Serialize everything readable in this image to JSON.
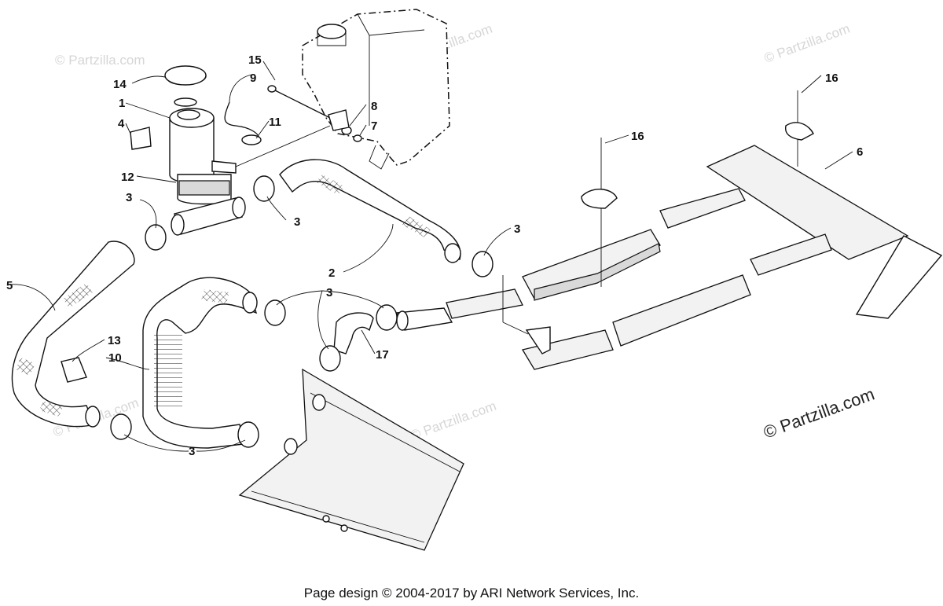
{
  "callouts": {
    "c1": "1",
    "c2": "2",
    "c3a": "3",
    "c3b": "3",
    "c3c": "3",
    "c3d": "3",
    "c3e": "3",
    "c4": "4",
    "c5": "5",
    "c6": "6",
    "c7": "7",
    "c8": "8",
    "c9": "9",
    "c10": "10",
    "c11": "11",
    "c12": "12",
    "c13": "13",
    "c14": "14",
    "c15": "15",
    "c16a": "16",
    "c16b": "16",
    "c17": "17"
  },
  "watermark": {
    "text": "© Partzilla.com",
    "prominent": "© Partzilla.com"
  },
  "footer": {
    "text": "Page design © 2004-2017 by ARI Network Services, Inc."
  }
}
